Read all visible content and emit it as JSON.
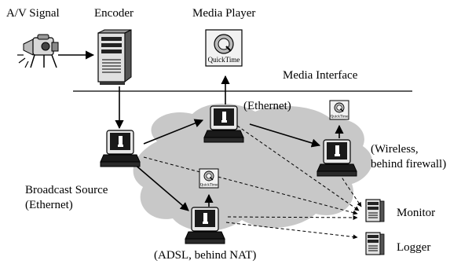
{
  "labels": {
    "av_signal": "A/V Signal",
    "encoder": "Encoder",
    "media_player": "Media Player",
    "media_interface": "Media Interface",
    "ethernet": "(Ethernet)",
    "wireless_line1": "(Wireless,",
    "wireless_line2": "behind firewall)",
    "broadcast_line1": "Broadcast Source",
    "broadcast_line2": "(Ethernet)",
    "adsl": "(ADSL, behind NAT)",
    "monitor": "Monitor",
    "logger": "Logger"
  },
  "quicktime_text": "QuickTime",
  "icons": {
    "camera": "video-camera-icon",
    "encoder": "server-tower-icon",
    "player": "quicktime-player-icon",
    "node": "desktop-computer-icon",
    "monitor": "server-tower-icon",
    "logger": "server-tower-icon"
  },
  "colors": {
    "cloud": "#c8c8c8",
    "line": "#000000",
    "screen": "#1a1a1a"
  }
}
